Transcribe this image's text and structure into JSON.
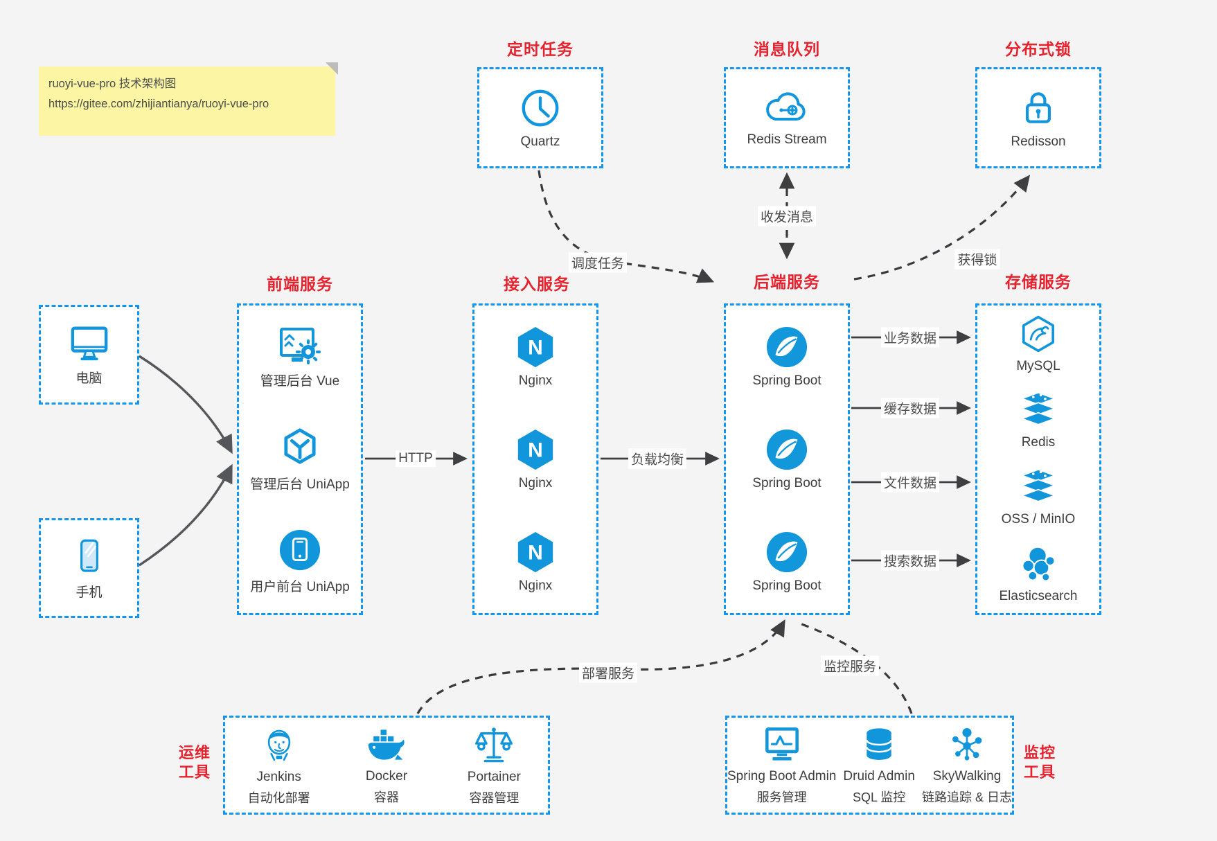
{
  "note": {
    "line1": "ruoyi-vue-pro 技术架构图",
    "line2": "https://gitee.com/zhijiantianya/ruoyi-vue-pro"
  },
  "colors": {
    "accent_blue": "#1296db",
    "border_blue": "#1596ee",
    "title_red": "#e5232e",
    "note_bg": "#fcf6a4",
    "canvas_bg": "#f4f4f5",
    "arrow_dark": "#3f3f41"
  },
  "groups": {
    "scheduled": {
      "title": "定时任务",
      "items": [
        {
          "label": "Quartz",
          "icon": "clock-icon"
        }
      ]
    },
    "mq": {
      "title": "消息队列",
      "items": [
        {
          "label": "Redis Stream",
          "icon": "cloud-icon"
        }
      ]
    },
    "dlock": {
      "title": "分布式锁",
      "items": [
        {
          "label": "Redisson",
          "icon": "lock-icon"
        }
      ]
    },
    "clients": {
      "items": [
        {
          "label": "电脑",
          "icon": "desktop-icon"
        },
        {
          "label": "手机",
          "icon": "smartphone-icon"
        }
      ]
    },
    "frontend": {
      "title": "前端服务",
      "items": [
        {
          "label": "管理后台 Vue",
          "icon": "admin-vue-icon"
        },
        {
          "label": "管理后台 UniApp",
          "icon": "uniapp-icon"
        },
        {
          "label": "用户前台 UniApp",
          "icon": "mobile-app-icon"
        }
      ]
    },
    "gateway": {
      "title": "接入服务",
      "icon_letter": "N",
      "items": [
        {
          "label": "Nginx"
        },
        {
          "label": "Nginx"
        },
        {
          "label": "Nginx"
        }
      ]
    },
    "backend": {
      "title": "后端服务",
      "items": [
        {
          "label": "Spring Boot"
        },
        {
          "label": "Spring Boot"
        },
        {
          "label": "Spring Boot"
        }
      ]
    },
    "storage": {
      "title": "存储服务",
      "items": [
        {
          "label": "MySQL",
          "icon": "mysql-icon"
        },
        {
          "label": "Redis",
          "icon": "redis-icon"
        },
        {
          "label": "OSS / MinIO",
          "icon": "object-storage-icon"
        },
        {
          "label": "Elasticsearch",
          "icon": "elasticsearch-icon"
        }
      ]
    },
    "ops": {
      "title_line1": "运维",
      "title_line2": "工具",
      "items": [
        {
          "name": "Jenkins",
          "desc": "自动化部署",
          "icon": "jenkins-icon"
        },
        {
          "name": "Docker",
          "desc": "容器",
          "icon": "docker-icon"
        },
        {
          "name": "Portainer",
          "desc": "容器管理",
          "icon": "portainer-icon"
        }
      ]
    },
    "monitoring": {
      "title_line1": "监控",
      "title_line2": "工具",
      "items": [
        {
          "name": "Spring Boot Admin",
          "desc": "服务管理",
          "icon": "monitor-chart-icon"
        },
        {
          "name": "Druid Admin",
          "desc": "SQL 监控",
          "icon": "database-icon"
        },
        {
          "name": "SkyWalking",
          "desc": "链路追踪 & 日志",
          "icon": "topology-icon"
        }
      ]
    }
  },
  "edges": {
    "http": "HTTP",
    "load_balance": "负载均衡",
    "schedule": "调度任务",
    "send_receive": "收发消息",
    "acquire_lock": "获得锁",
    "business_data": "业务数据",
    "cache_data": "缓存数据",
    "file_data": "文件数据",
    "search_data": "搜索数据",
    "deploy": "部署服务",
    "monitor": "监控服务"
  }
}
